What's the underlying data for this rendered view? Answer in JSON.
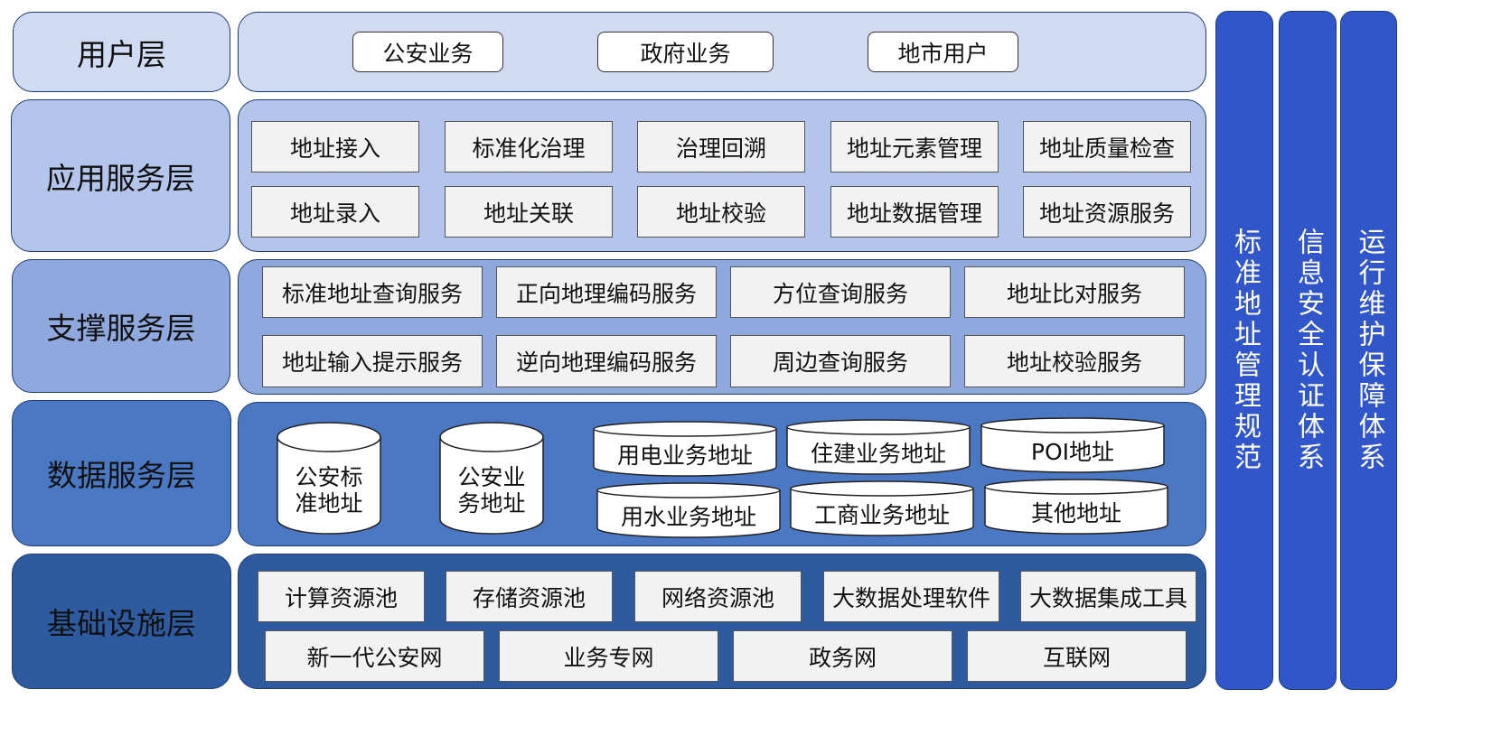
{
  "layers": {
    "user": "用户层",
    "app": "应用服务层",
    "support": "支撑服务层",
    "data": "数据服务层",
    "infra": "基础设施层"
  },
  "user_items": [
    "公安业务",
    "政府业务",
    "地市用户"
  ],
  "app_items": [
    "地址接入",
    "标准化治理",
    "治理回溯",
    "地址元素管理",
    "地址质量检查",
    "地址录入",
    "地址关联",
    "地址校验",
    "地址数据管理",
    "地址资源服务"
  ],
  "support_items": [
    "标准地址查询服务",
    "正向地理编码服务",
    "方位查询服务",
    "地址比对服务",
    "地址输入提示服务",
    "逆向地理编码服务",
    "周边查询服务",
    "地址校验服务"
  ],
  "data_items": {
    "db_tall": [
      [
        "公安标",
        "准地址"
      ],
      [
        "公安业",
        "务地址"
      ]
    ],
    "db_flat": [
      "用电业务地址",
      "住建业务地址",
      "POI地址",
      "用水业务地址",
      "工商业务地址",
      "其他地址"
    ]
  },
  "infra_items": [
    "计算资源池",
    "存储资源池",
    "网络资源池",
    "大数据处理软件",
    "大数据集成工具",
    "新一代公安网",
    "业务专网",
    "政务网",
    "互联网"
  ],
  "columns": [
    "标准地址管理规范",
    "信息安全认证体系",
    "运行维护保障体系"
  ],
  "colors": {
    "user_bg": "#d0daf2",
    "app_bg": "#b3c5ea",
    "support_bg": "#8fa8dd",
    "data_bg": "#4a78c3",
    "infra_bg": "#2e5aa0",
    "column_bg": "#3056c9"
  }
}
